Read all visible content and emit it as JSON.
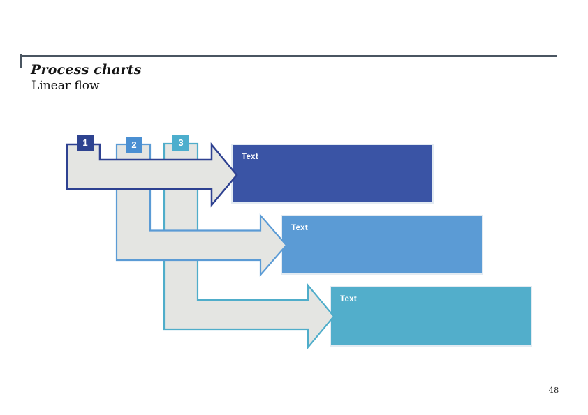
{
  "slide": {
    "title": "Process charts",
    "subtitle": "Linear flow",
    "page_number": "48"
  },
  "diagram": {
    "description": "Linear flow process chart with three numbered stepped arrows leading to text boxes",
    "arrow_fill_color": "#e4e5e2",
    "steps": [
      {
        "number": "1",
        "label": "Text",
        "badge_color": "#2e4390",
        "box_color": "#3a54a5",
        "arrow_border_color": "#2e4191"
      },
      {
        "number": "2",
        "label": "Text",
        "badge_color": "#4a8fd2",
        "box_color": "#5b9bd5",
        "arrow_border_color": "#5b9bd5"
      },
      {
        "number": "3",
        "label": "Text",
        "badge_color": "#4caecd",
        "box_color": "#52aecb",
        "arrow_border_color": "#4fadca"
      }
    ]
  },
  "colors": {
    "header_rule": "#4a5561",
    "background": "#ffffff"
  }
}
